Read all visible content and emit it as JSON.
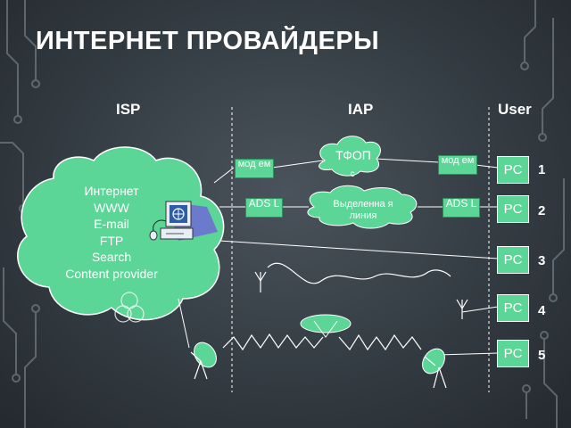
{
  "title": "ИНТЕРНЕТ ПРОВАЙДЕРЫ",
  "columns": {
    "isp": "ISP",
    "iap": "IAP",
    "user": "User"
  },
  "cloud_lines": [
    "Интернет",
    "WWW",
    "E-mail",
    "FTP",
    "Search",
    "Content provider"
  ],
  "modem_left": "мод ем",
  "modem_right": "мод ем",
  "tfop": "ТФОП",
  "tfop_tail": "с",
  "adsl_left": "ADS L",
  "adsl_right": "ADS L",
  "dedicated_line": "Выделенна я линия",
  "dedicated_tail": "я",
  "pcs": [
    {
      "label": "PC",
      "num": "1"
    },
    {
      "label": "PC",
      "num": "2"
    },
    {
      "label": "PC",
      "num": "3"
    },
    {
      "label": "PC",
      "num": "4"
    },
    {
      "label": "PC",
      "num": "5"
    }
  ],
  "colors": {
    "accent_green": "#5cd697",
    "background": "#343c43",
    "text": "#ffffff"
  }
}
